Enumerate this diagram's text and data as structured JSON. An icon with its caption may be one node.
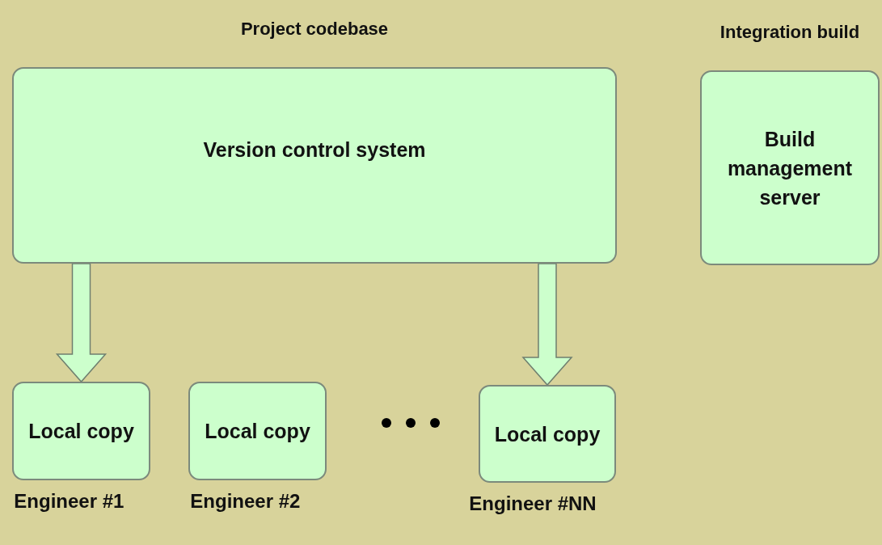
{
  "diagram": {
    "nodes": [
      {
        "text": [
          "Project codebase",
          "Version control system"
        ]
      },
      {
        "text": [
          "Integration build",
          "Build management server"
        ]
      },
      {
        "text": [
          "Local copy"
        ],
        "beside": [
          "Engineer #1"
        ]
      },
      {
        "text": [
          "Local copy"
        ],
        "beside": [
          "Engineer #2"
        ]
      },
      {
        "text": [
          "Local copy"
        ],
        "beside": [
          "Engineer #NN"
        ]
      }
    ],
    "edges": [
      {
        "from": 0,
        "to": 2,
        "arrow": "to"
      },
      {
        "from": 0,
        "to": 4,
        "arrow": "to"
      }
    ]
  }
}
